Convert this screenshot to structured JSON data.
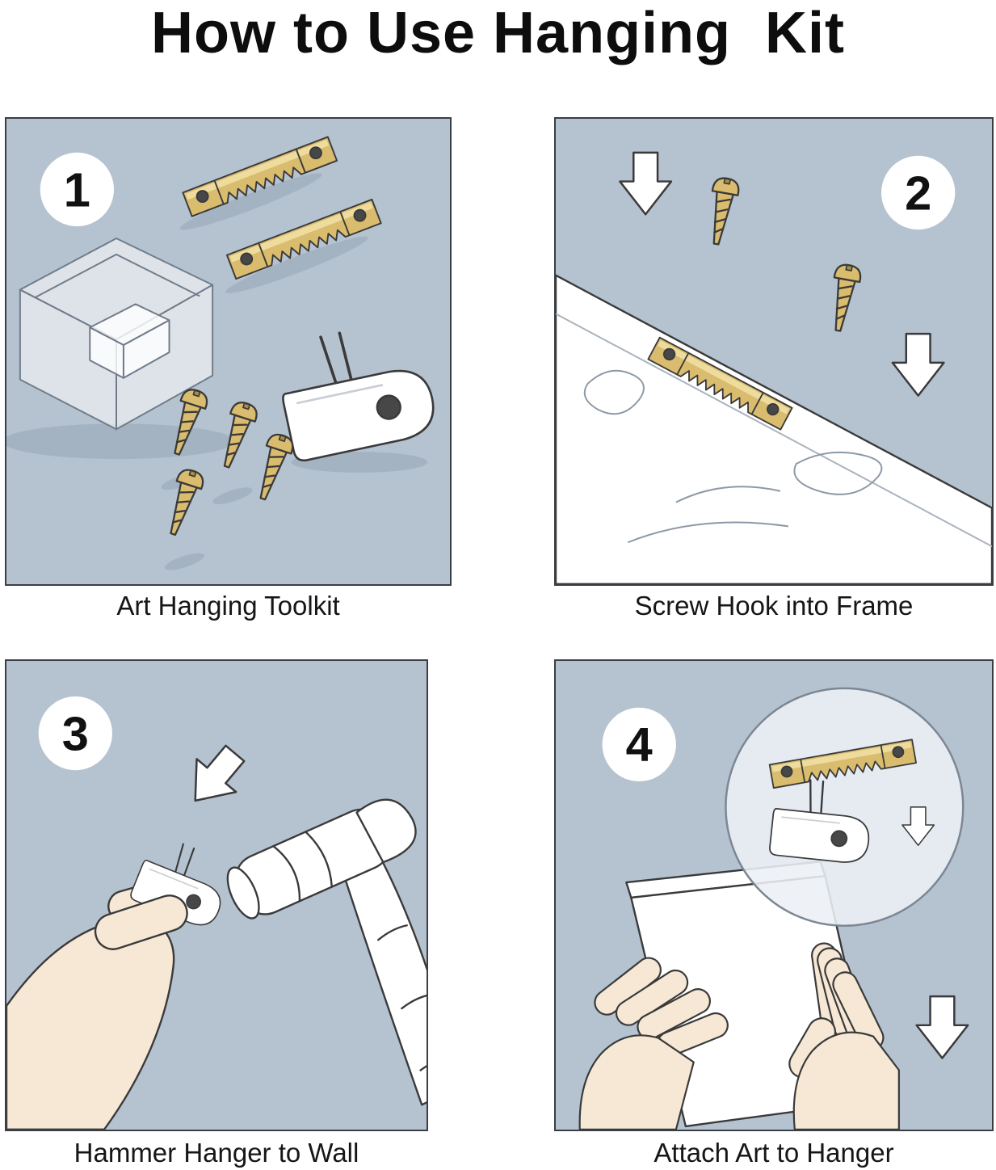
{
  "title": "How to Use Hanging  Kit",
  "colors": {
    "panel_bg": "#b5c2d0",
    "panel_border": "#3a3f45",
    "outline": "#3a3a3a",
    "brass": "#d9bc6d",
    "brass_light": "#eedc9e",
    "brass_dark": "#a98f45",
    "hole": "#474747",
    "skin": "#f6e8d4",
    "shadow": "#94a4b3",
    "text": "#111111"
  },
  "panels": [
    {
      "number": "1",
      "caption": "Art Hanging Toolkit"
    },
    {
      "number": "2",
      "caption": "Screw Hook into Frame"
    },
    {
      "number": "3",
      "caption": "Hammer Hanger to Wall"
    },
    {
      "number": "4",
      "caption": "Attach Art to Hanger"
    }
  ]
}
